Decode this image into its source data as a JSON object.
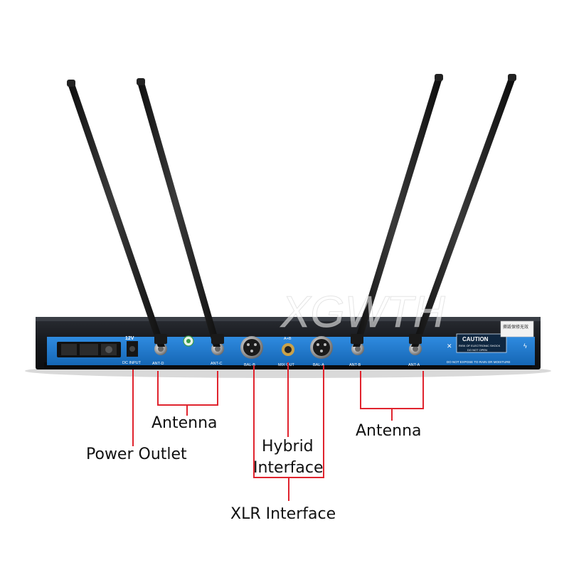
{
  "watermark": "XGWTH",
  "panel": {
    "voltage_label": "12V",
    "port_labels": {
      "dc_input": "DC INPUT",
      "ant_d": "ANT-D",
      "ant_c": "ANT-C",
      "bal_b": "BAL-B",
      "mix_out_top": "A+B",
      "mix_out": "MIX OUT",
      "bal_a": "BAL-A",
      "ant_b": "ANT-B",
      "ant_a": "ANT-A"
    },
    "caution": {
      "title": "CAUTION",
      "line1": "RISK OF ELECTRONIC SHOCK",
      "line2": "DO NOT OPEN",
      "footer": "DO NOT EXPOSE TO RAIN OR MOISTURE"
    },
    "seal_text": "撕毁保修无效"
  },
  "callouts": {
    "antenna_left": "Antenna",
    "antenna_right": "Antenna",
    "power_outlet": "Power Outlet",
    "hybrid_interface": [
      "Hybrid",
      "Interface"
    ],
    "xlr_interface": "XLR Interface"
  },
  "colors": {
    "panel_blue": "#1e78c8",
    "chassis": "#16181c",
    "callout_line": "#e0242e",
    "antenna": "#1b1b1b"
  }
}
